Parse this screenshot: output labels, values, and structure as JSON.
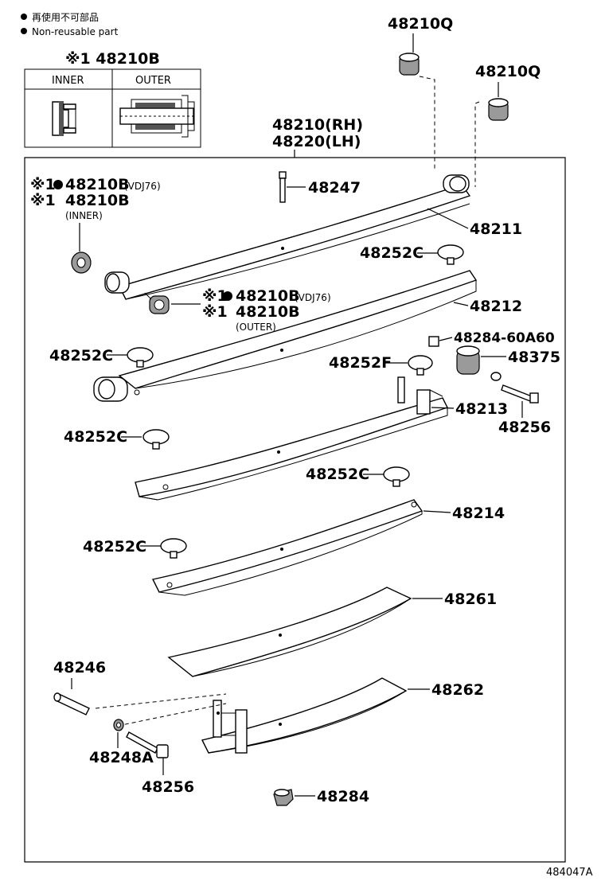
{
  "legend": {
    "non_reusable_jp": "再使用不可部品",
    "non_reusable_en": "Non-reusable part"
  },
  "inset": {
    "title": "※1 48210B",
    "col_inner": "INNER",
    "col_outer": "OUTER"
  },
  "assembly_label": {
    "rh": "48210(RH)",
    "lh": "48220(LH)"
  },
  "parts": {
    "p48210Q_a": "48210Q",
    "p48210Q_b": "48210Q",
    "p48247": "48247",
    "p48211": "48211",
    "p48252C_1": "48252C",
    "p48212": "48212",
    "p48252C_2": "48252C",
    "p48284_60A60": "48284-60A60",
    "p48375": "48375",
    "p48252F": "48252F",
    "p48213": "48213",
    "p48256_a": "48256",
    "p48252C_3": "48252C",
    "p48252C_4": "48252C",
    "p48214": "48214",
    "p48252C_5": "48252C",
    "p48261": "48261",
    "p48246": "48246",
    "p48262": "48262",
    "p48248A": "48248A",
    "p48256_b": "48256",
    "p48284": "48284"
  },
  "bushing_inner": {
    "mark1": "※1",
    "code1": "48210B",
    "variant1": "(VDJ76)",
    "mark2": "※1",
    "code2": "48210B",
    "position": "(INNER)"
  },
  "bushing_outer": {
    "mark1": "※1",
    "code1": "48210B",
    "variant1": "(VDJ76)",
    "mark2": "※1",
    "code2": "48210B",
    "position": "(OUTER)"
  },
  "figure_id": "484047A",
  "icons": {
    "non_reusable": "filled-circle-icon"
  }
}
